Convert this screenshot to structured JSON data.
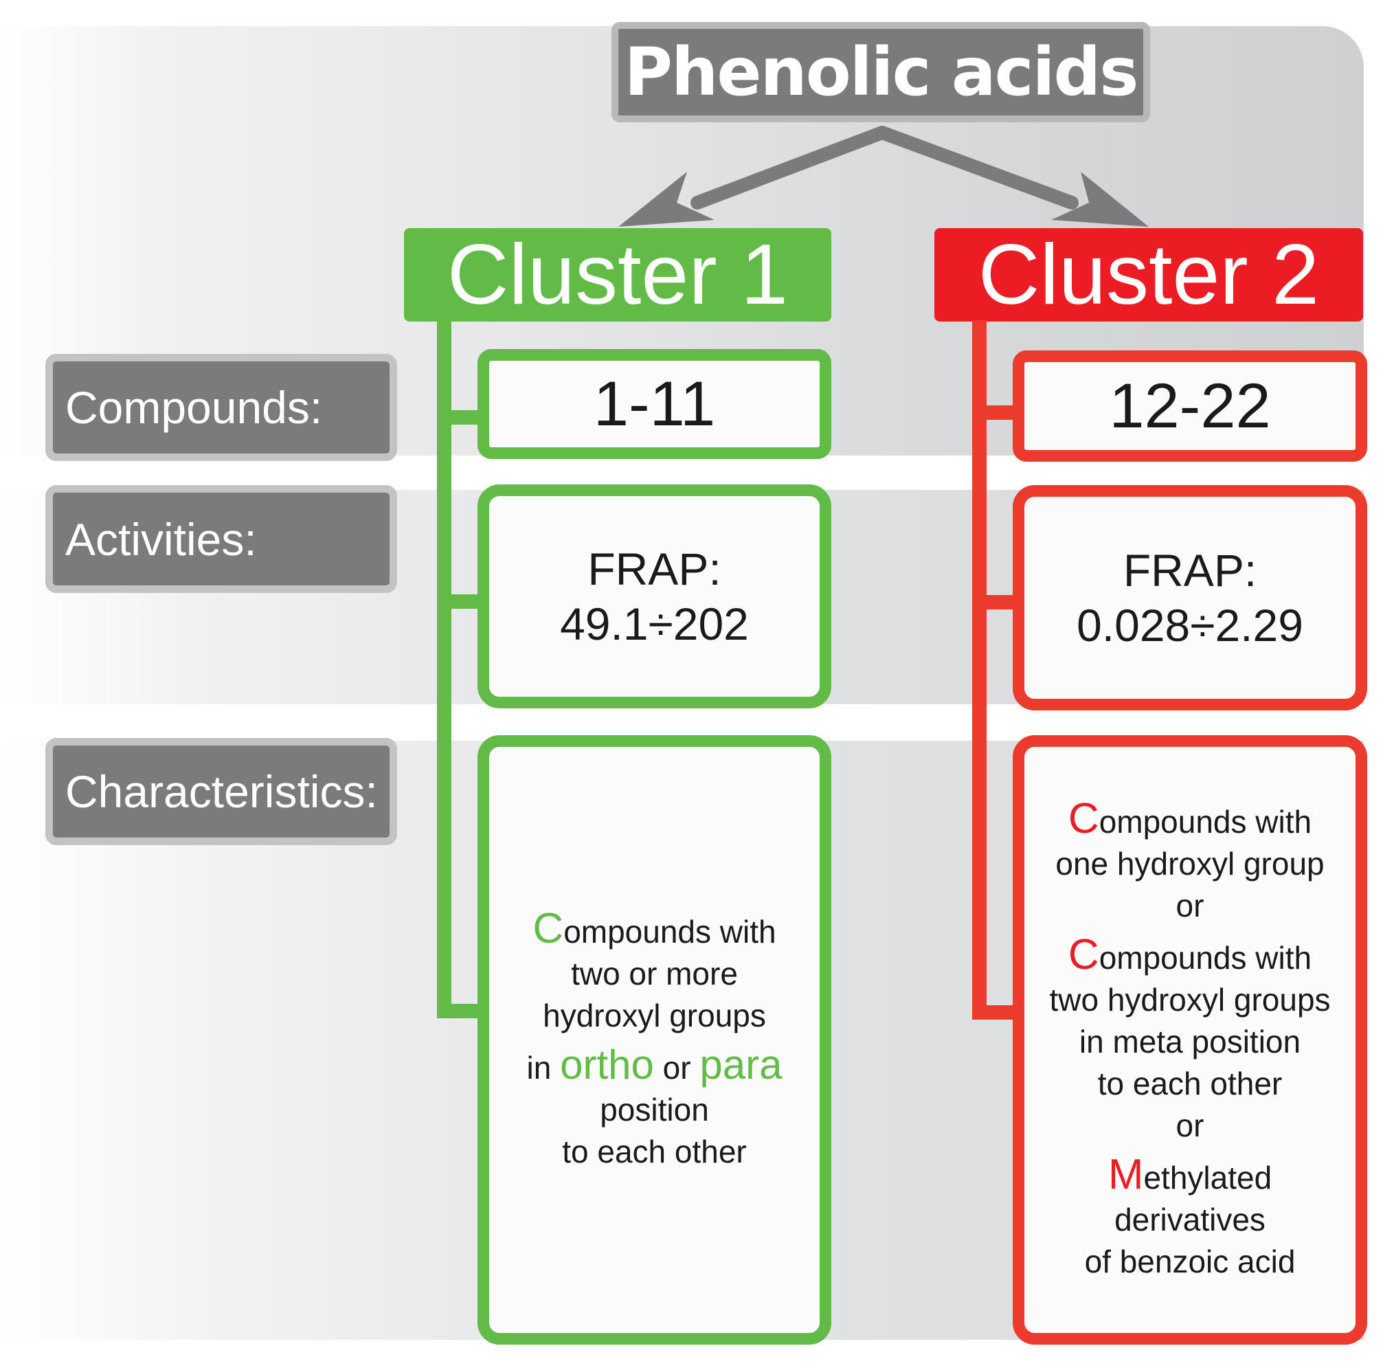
{
  "title": "Phenolic acids",
  "row_labels": {
    "compounds": "Compounds:",
    "activities": "Activities:",
    "characteristics": "Characteristics:"
  },
  "clusters": [
    {
      "name": "Cluster 1",
      "color": "#62bb46",
      "compounds": "1-11",
      "frap_label": "FRAP:",
      "frap_range": "49.1÷202",
      "characteristics": {
        "line1_cap": "C",
        "line1_rest": "ompounds with",
        "line2": "two or more",
        "line3": "hydroxyl groups",
        "line4_pre": "in",
        "line4_word1": "ortho",
        "line4_mid": "or",
        "line4_word2": "para",
        "line5": "position",
        "line6": "to each other"
      }
    },
    {
      "name": "Cluster 2",
      "color": "#ec1c24",
      "compounds": "12-22",
      "frap_label": "FRAP:",
      "frap_range": "0.028÷2.29",
      "characteristics": {
        "line1_cap": "C",
        "line1_rest": "ompounds with",
        "line2": "one hydroxyl group",
        "line3": "or",
        "line4_cap": "C",
        "line4_rest": "ompounds with",
        "line5": "two hydroxyl groups",
        "line6": "in meta position",
        "line7": "to each other",
        "line8": "or",
        "line9_cap": "M",
        "line9_rest": "ethylated",
        "line10": "derivatives",
        "line11": "of benzoic acid"
      }
    }
  ],
  "colors": {
    "title_bg": "#7a7b7d",
    "label_bg": "#7a7b7d",
    "arrow": "#7a7b7d",
    "green": "#62bb46",
    "red": "#ec1c24"
  }
}
